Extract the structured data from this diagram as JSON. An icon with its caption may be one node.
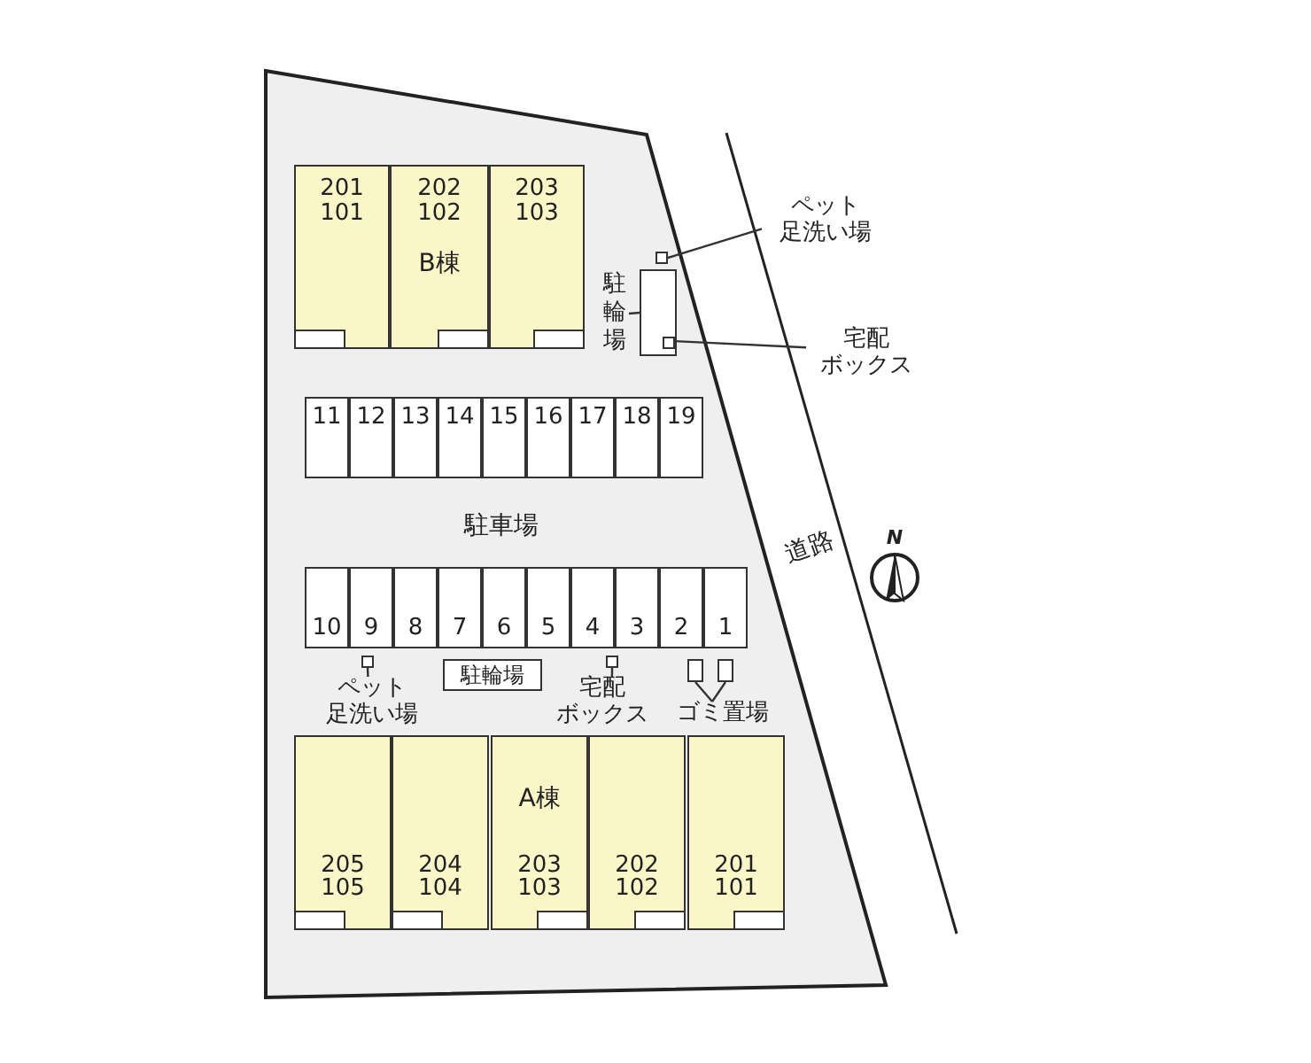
{
  "diagram": {
    "nodes": [
      {
        "text": [
          "201 101"
        ]
      },
      {
        "text": [
          "202 102",
          "B棟"
        ]
      },
      {
        "text": [
          "203 103"
        ]
      },
      {
        "text": [
          "駐輪場"
        ]
      },
      {
        "text": [],
        "shape": "box"
      },
      {
        "text": [],
        "shape": "box"
      },
      {
        "text": [
          "ペット足洗い場"
        ]
      },
      {
        "text": [],
        "shape": "box",
        "in": 4
      },
      {
        "text": [
          "宅配ボックス"
        ]
      },
      {
        "text": [
          "11"
        ]
      },
      {
        "text": [
          "12"
        ]
      },
      {
        "text": [
          "13"
        ]
      },
      {
        "text": [
          "14"
        ]
      },
      {
        "text": [
          "15"
        ]
      },
      {
        "text": [
          "16"
        ]
      },
      {
        "text": [
          "17"
        ]
      },
      {
        "text": [
          "18"
        ]
      },
      {
        "text": [
          "19"
        ]
      },
      {
        "text": [
          "10"
        ]
      },
      {
        "text": [
          "9"
        ]
      },
      {
        "text": [
          "8"
        ]
      },
      {
        "text": [
          "7"
        ]
      },
      {
        "text": [
          "6"
        ]
      },
      {
        "text": [
          "5"
        ]
      },
      {
        "text": [
          "4"
        ]
      },
      {
        "text": [
          "3"
        ]
      },
      {
        "text": [
          "2"
        ]
      },
      {
        "text": [
          "1"
        ]
      },
      {
        "text": [],
        "shape": "box"
      },
      {
        "text": [
          "ペット足洗い場"
        ]
      },
      {
        "text": [
          "駐輪場"
        ]
      },
      {
        "text": [],
        "shape": "box"
      },
      {
        "text": [
          "宅配ボックス"
        ]
      },
      {
        "text": [],
        "shape": "box"
      },
      {
        "text": [],
        "shape": "box"
      },
      {
        "text": [
          "ゴミ置場"
        ]
      },
      {
        "text": [
          "205 105"
        ]
      },
      {
        "text": [
          "204 104"
        ]
      },
      {
        "text": [
          "A棟",
          "203 103"
        ]
      },
      {
        "text": [
          "202 102"
        ]
      },
      {
        "text": [
          "201 101"
        ]
      }
    ],
    "edges": [
      {
        "from": 3,
        "to": 4,
        "arrow": "none"
      },
      {
        "from": 6,
        "to": 5,
        "arrow": "none"
      },
      {
        "from": 8,
        "to": 7,
        "arrow": "none"
      },
      {
        "from": 29,
        "to": 28,
        "arrow": "none"
      },
      {
        "from": 32,
        "to": 31,
        "arrow": "none"
      },
      {
        "from": 35,
        "to": 33,
        "arrow": "none"
      },
      {
        "from": 35,
        "to": 34,
        "arrow": "none"
      }
    ],
    "labels": [
      "駐車場",
      "道路",
      "N"
    ]
  }
}
